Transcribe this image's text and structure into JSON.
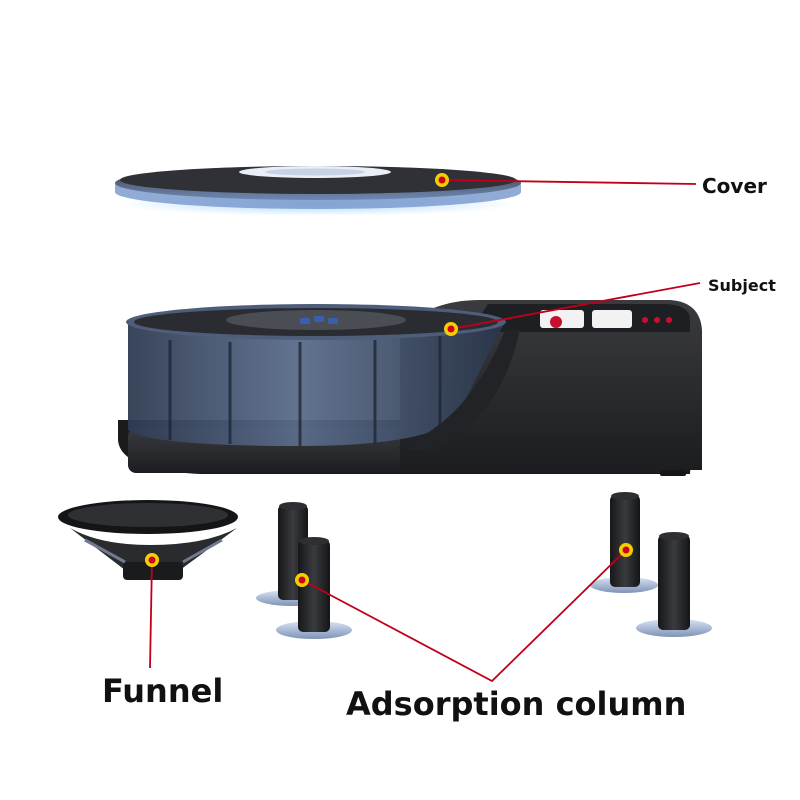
{
  "labels": {
    "cover": "Cover",
    "subject": "Subject",
    "funnel": "Funnel",
    "adsorption_column": "Adsorption column"
  },
  "colors": {
    "leader_line": "#c0001a",
    "marker_ring": "#f2d000",
    "marker_dot": "#d0001a",
    "device_body": "#2b2c2f",
    "tray_blue": "#3b4a63",
    "cover_tint": "#8fb4e6"
  },
  "parts": [
    "cover-disc",
    "main-device",
    "control-panel",
    "funnel",
    "adsorption-column"
  ]
}
